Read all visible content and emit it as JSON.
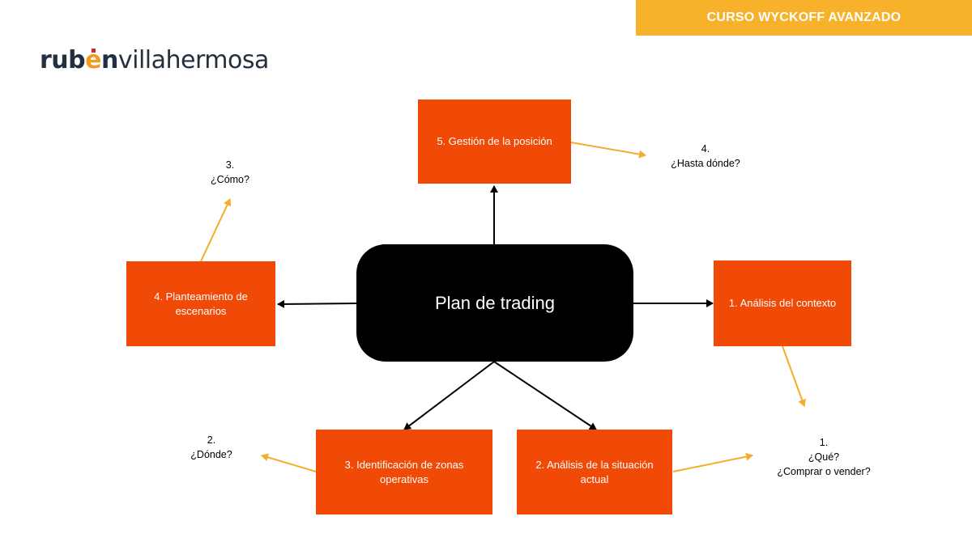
{
  "header": {
    "banner_text": "CURSO WYCKOFF AVANZADO"
  },
  "logo": {
    "part1": "rub",
    "part2": "e",
    "part3": "n",
    "part4": "villahermosa"
  },
  "diagram": {
    "center_label": "Plan de trading",
    "boxes": [
      {
        "id": "contexto",
        "label": "1. Análisis del contexto"
      },
      {
        "id": "situacion",
        "label": "2. Análisis de la situación actual"
      },
      {
        "id": "zonas",
        "label": "3. Identificación de zonas operativas"
      },
      {
        "id": "escenarios",
        "label": "4. Planteamiento de escenarios"
      },
      {
        "id": "gestion",
        "label": "5. Gestión de la posición"
      }
    ],
    "questions": [
      {
        "id": "q1",
        "lines": [
          "1.",
          "¿Qué?",
          "¿Comprar o vender?"
        ]
      },
      {
        "id": "q2",
        "lines": [
          "2.",
          "¿Dónde?"
        ]
      },
      {
        "id": "q3",
        "lines": [
          "3.",
          "¿Cómo?"
        ]
      },
      {
        "id": "q4",
        "lines": [
          "4.",
          "¿Hasta dónde?"
        ]
      }
    ]
  },
  "colors": {
    "banner": "#f7b12a",
    "box": "#f04a06",
    "center": "#000000",
    "logo_dark": "#22303f",
    "logo_accent": "#f39a1e",
    "logo_dot": "#d8262d",
    "arrow_black": "#000000",
    "arrow_yellow": "#f2ad2c"
  }
}
